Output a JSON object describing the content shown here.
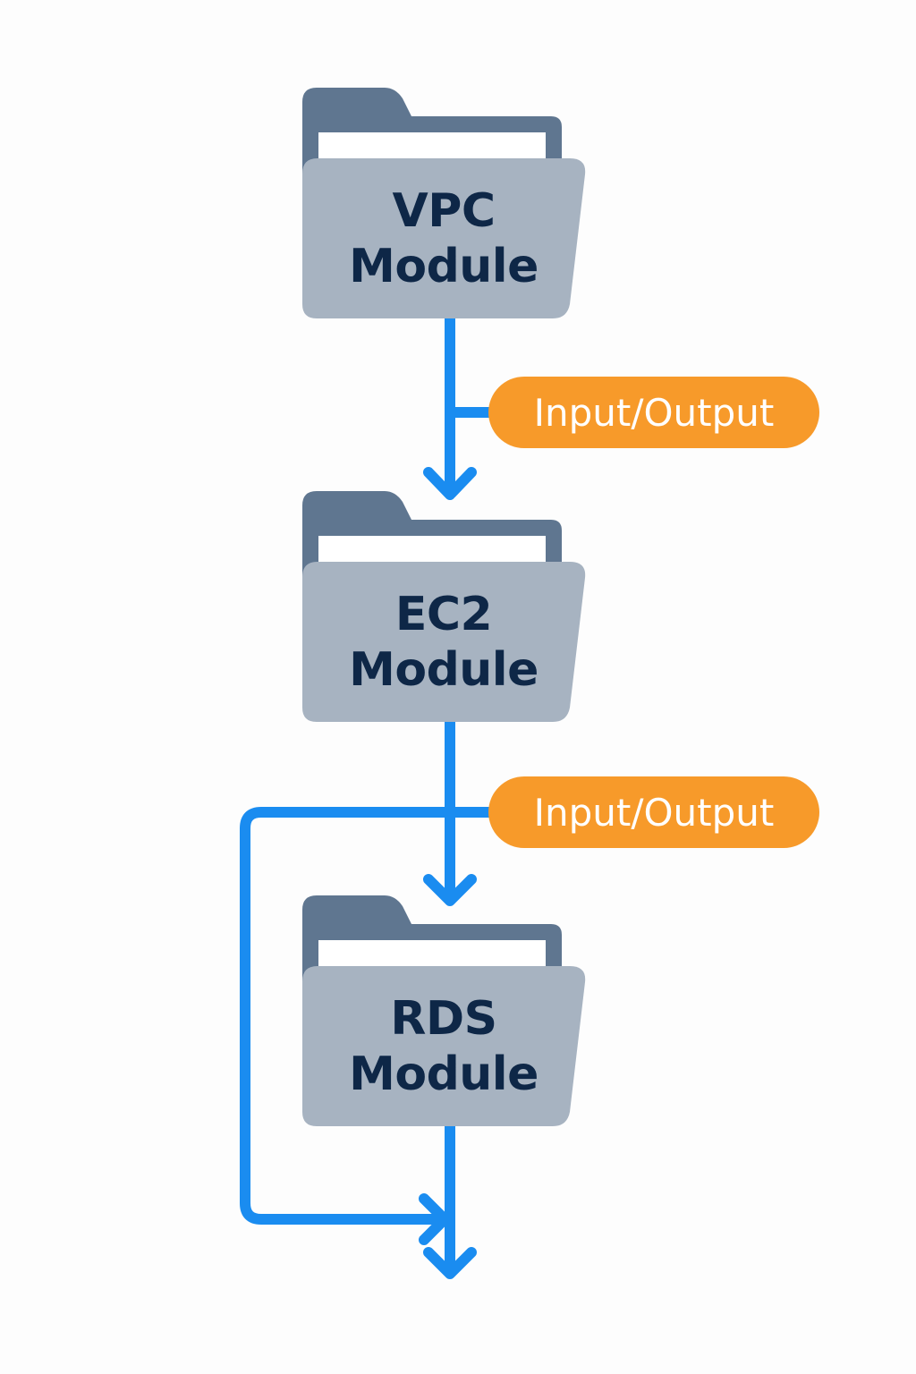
{
  "colors": {
    "background": "#fdfdfd",
    "folder_back": "#5f7690",
    "folder_front": "#a7b3c1",
    "folder_paper": "#ffffff",
    "text": "#0e2747",
    "connector": "#1a8cf0",
    "pill": "#f79a2a",
    "pill_text": "#ffffff"
  },
  "modules": [
    {
      "icon": "folder-icon",
      "line1": "VPC",
      "line2": "Module"
    },
    {
      "icon": "folder-icon",
      "line1": "EC2",
      "line2": "Module"
    },
    {
      "icon": "folder-icon",
      "line1": "RDS",
      "line2": "Module"
    }
  ],
  "connectors": [
    {
      "from": "VPC Module",
      "to": "EC2 Module",
      "label": "Input/Output"
    },
    {
      "from": "EC2 Module",
      "to": "RDS Module",
      "label": "Input/Output"
    },
    {
      "from": "EC2 Module",
      "to": "output",
      "label": ""
    },
    {
      "from": "RDS Module",
      "to": "output",
      "label": ""
    }
  ]
}
